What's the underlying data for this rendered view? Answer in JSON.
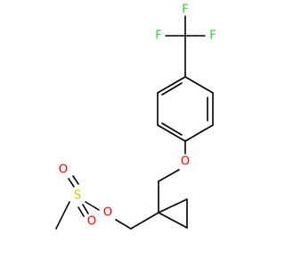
{
  "molecule": {
    "atoms": {
      "fluorine_top": "F",
      "fluorine_left": "F",
      "fluorine_right": "F",
      "ether_oxygen": "O",
      "ester_oxygen": "O",
      "sulfur": "S",
      "sulfonyl_oxygen_top": "O",
      "sulfonyl_oxygen_bottom": "O"
    },
    "colors": {
      "bond": "#000000",
      "fluorine": "#33cc33",
      "oxygen": "#ff0000",
      "sulfur": "#cccc00"
    }
  }
}
